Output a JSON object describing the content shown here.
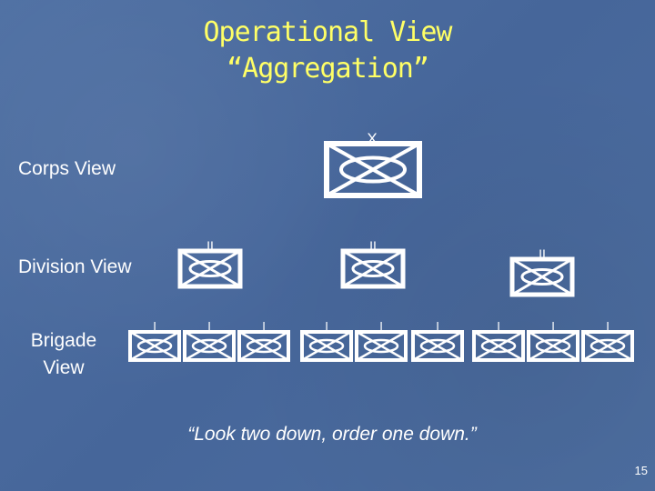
{
  "title": {
    "line1": "Operational View",
    "line2": "“Aggregation”"
  },
  "rows": {
    "corps": {
      "label": "Corps View"
    },
    "division": {
      "label": "Division View"
    },
    "brigade": {
      "label_line1": "Brigade",
      "label_line2": "View"
    }
  },
  "echelon_marks": {
    "corps": "X",
    "division": "II",
    "brigade": "I"
  },
  "quote": "“Look two down, order one down.”",
  "page_number": "15",
  "colors": {
    "title": "#ffff66",
    "text": "#ffffff",
    "symbol": "#ffffff",
    "background": "#4a6a9c"
  },
  "icons": {
    "unit_symbol": "armored-infantry-unit-symbol-icon"
  }
}
